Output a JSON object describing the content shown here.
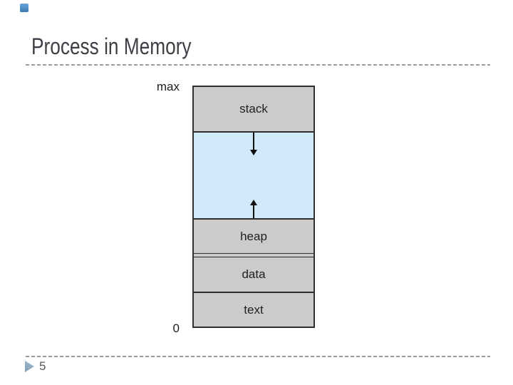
{
  "slide": {
    "title": "Process in Memory",
    "page_number": "5"
  },
  "theme": {
    "accent_square_color": "#4f8fc6",
    "bullet_triangle_color": "#8aa6bf",
    "dashed_rule_color": "#9a9a9a",
    "title_color": "#3e3e47"
  },
  "diagram": {
    "name": "process-memory-layout",
    "top_address_label": "max",
    "bottom_address_label": "0",
    "segment_border_color": "#2e2e2e",
    "segments": [
      {
        "label": "stack",
        "fill": "#cbccca"
      },
      {
        "label": "",
        "fill": "#cfe9f8",
        "note": "free space between stack and heap with growth arrows"
      },
      {
        "label": "heap",
        "fill": "#cbccca"
      },
      {
        "label": "data",
        "fill": "#cbccca"
      },
      {
        "label": "text",
        "fill": "#cbccca"
      }
    ]
  }
}
